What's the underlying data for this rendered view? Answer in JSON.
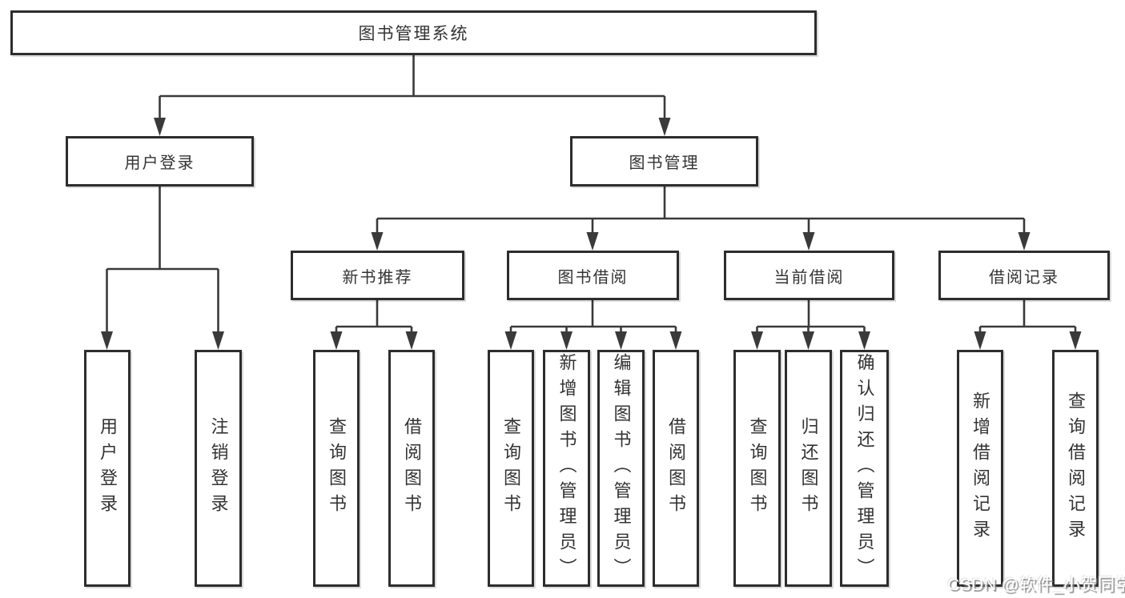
{
  "diagram_title": "图书管理系统",
  "tree": {
    "root": "图书管理系统",
    "branches": [
      {
        "label": "用户登录",
        "leaves": [
          "用户登录",
          "注销登录"
        ]
      },
      {
        "label": "图书管理",
        "groups": [
          {
            "label": "新书推荐",
            "leaves": [
              "查询图书",
              "借阅图书"
            ]
          },
          {
            "label": "图书借阅",
            "leaves": [
              "查询图书",
              "新增图书（管理员）",
              "编辑图书（管理员）",
              "借阅图书"
            ]
          },
          {
            "label": "当前借阅",
            "leaves": [
              "查询图书",
              "归还图书",
              "确认归还（管理员）"
            ]
          },
          {
            "label": "借阅记录",
            "leaves": [
              "新增借阅记录",
              "查询借阅记录"
            ]
          }
        ]
      }
    ]
  },
  "watermark": {
    "text": "CSDN @软件_小贺同学"
  },
  "colors": {
    "background": "#ffffff",
    "box_border": "#2d2d2d",
    "connector_line": "#3a3a3a",
    "text": "#333333",
    "watermark_fill": "#ffffff",
    "watermark_shadow": "#808080"
  }
}
